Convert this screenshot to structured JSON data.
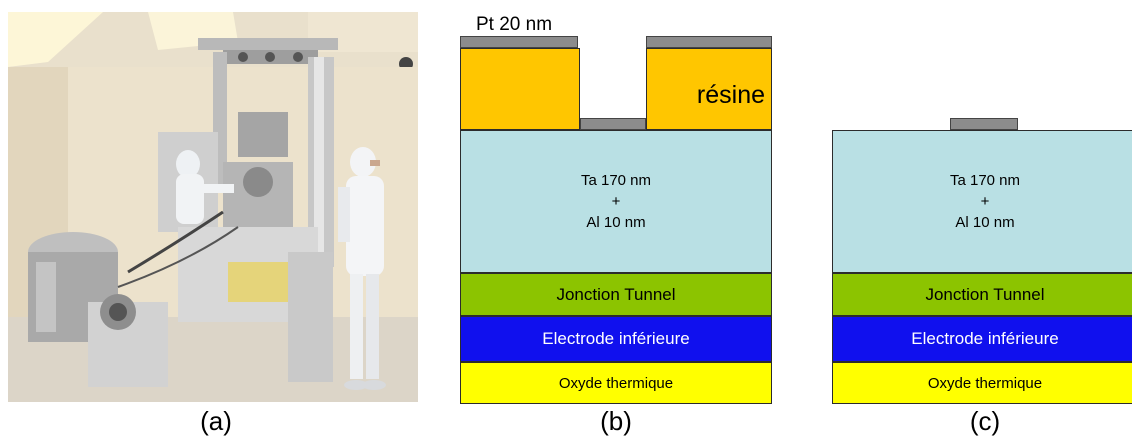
{
  "panels": {
    "a": {
      "caption": "(a)"
    },
    "b": {
      "caption": "(b)",
      "pt_label": "Pt 20 nm",
      "resist_label": "résine",
      "top_layer": [
        "Ta 170 nm",
        "+",
        "Al 10 nm"
      ],
      "junction": "Jonction Tunnel",
      "electrode": "Electrode inférieure",
      "oxide": "Oxyde thermique"
    },
    "c": {
      "caption": "(c)",
      "top_layer": [
        "Ta 170 nm",
        "+",
        "Al 10 nm"
      ],
      "junction": "Jonction Tunnel",
      "electrode": "Electrode inférieure",
      "oxide": "Oxyde thermique"
    }
  },
  "colors": {
    "ta_layer": "#b9e0e4",
    "junction": "#8cc400",
    "electrode": "#1010ee",
    "oxide": "#ffff00",
    "resist": "#ffc600",
    "pt": "#8c8c8c"
  }
}
